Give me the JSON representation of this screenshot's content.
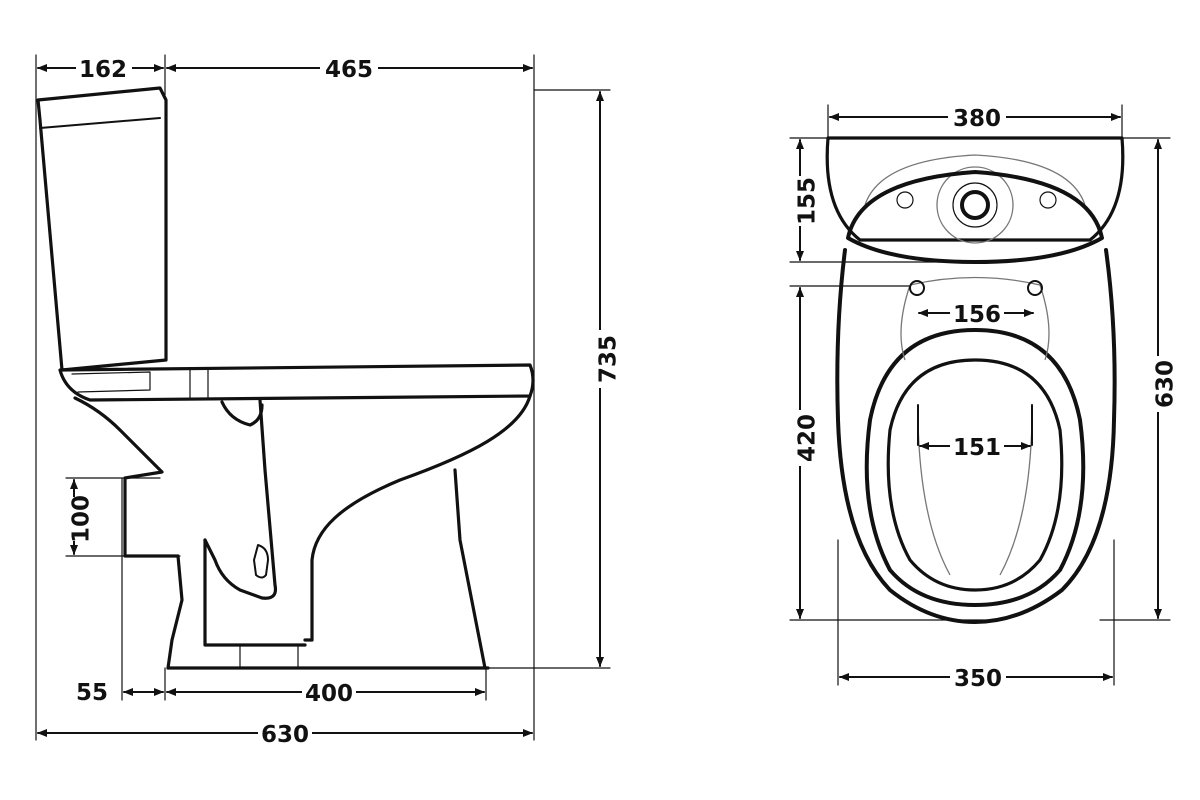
{
  "side_view": {
    "tank_depth": "162",
    "upper_length": "465",
    "height": "735",
    "outlet_height": "100",
    "outlet_offset": "55",
    "foot_length": "400",
    "total_length": "630"
  },
  "top_view": {
    "tank_width": "380",
    "tank_depth": "155",
    "seat_hinge_spacing": "156",
    "bowl_length": "420",
    "floor_bolt_spacing": "151",
    "total_length": "630",
    "bowl_width": "350"
  },
  "colors": {
    "ink": "#111111",
    "background": "#ffffff"
  }
}
